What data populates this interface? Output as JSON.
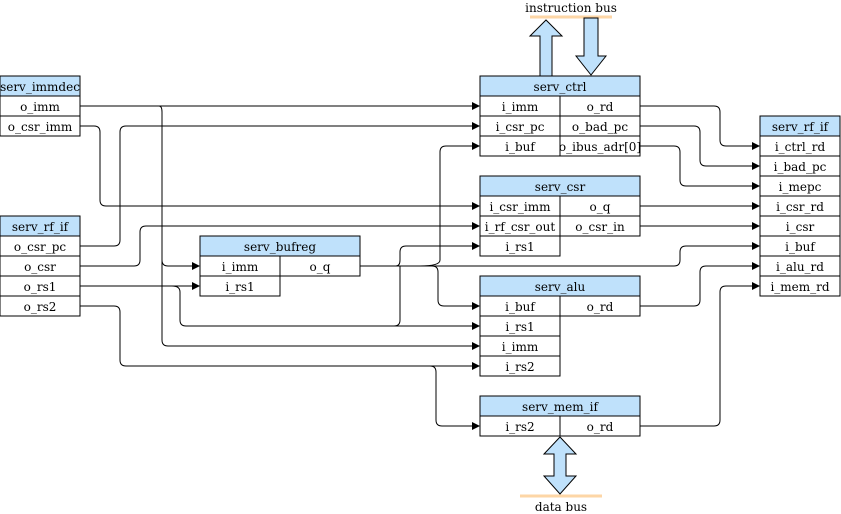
{
  "colors": {
    "block_header": "#bfe1fb",
    "bus_line": "#fdd6a6",
    "wire": "#000000"
  },
  "buses": {
    "instruction": "instruction bus",
    "data": "data bus"
  },
  "blocks": {
    "serv_immdec": {
      "title": "serv_immdec",
      "outputs": [
        "o_imm",
        "o_csr_imm"
      ]
    },
    "serv_rf_if_left": {
      "title": "serv_rf_if",
      "outputs": [
        "o_csr_pc",
        "o_csr",
        "o_rs1",
        "o_rs2"
      ]
    },
    "serv_bufreg": {
      "title": "serv_bufreg",
      "inputs": [
        "i_imm",
        "i_rs1"
      ],
      "outputs": [
        "o_q"
      ]
    },
    "serv_ctrl": {
      "title": "serv_ctrl",
      "inputs": [
        "i_imm",
        "i_csr_pc",
        "i_buf"
      ],
      "outputs": [
        "o_rd",
        "o_bad_pc",
        "o_ibus_adr[0]"
      ]
    },
    "serv_csr": {
      "title": "serv_csr",
      "inputs": [
        "i_csr_imm",
        "i_rf_csr_out",
        "i_rs1"
      ],
      "outputs": [
        "o_q",
        "o_csr_in"
      ]
    },
    "serv_alu": {
      "title": "serv_alu",
      "inputs": [
        "i_buf",
        "i_rs1",
        "i_imm",
        "i_rs2"
      ],
      "outputs": [
        "o_rd"
      ]
    },
    "serv_mem_if": {
      "title": "serv_mem_if",
      "inputs": [
        "i_rs2"
      ],
      "outputs": [
        "o_rd"
      ]
    },
    "serv_rf_if_right": {
      "title": "serv_rf_if",
      "inputs": [
        "i_ctrl_rd",
        "i_bad_pc",
        "i_mepc",
        "i_csr_rd",
        "i_csr",
        "i_buf",
        "i_alu_rd",
        "i_mem_rd"
      ]
    }
  }
}
